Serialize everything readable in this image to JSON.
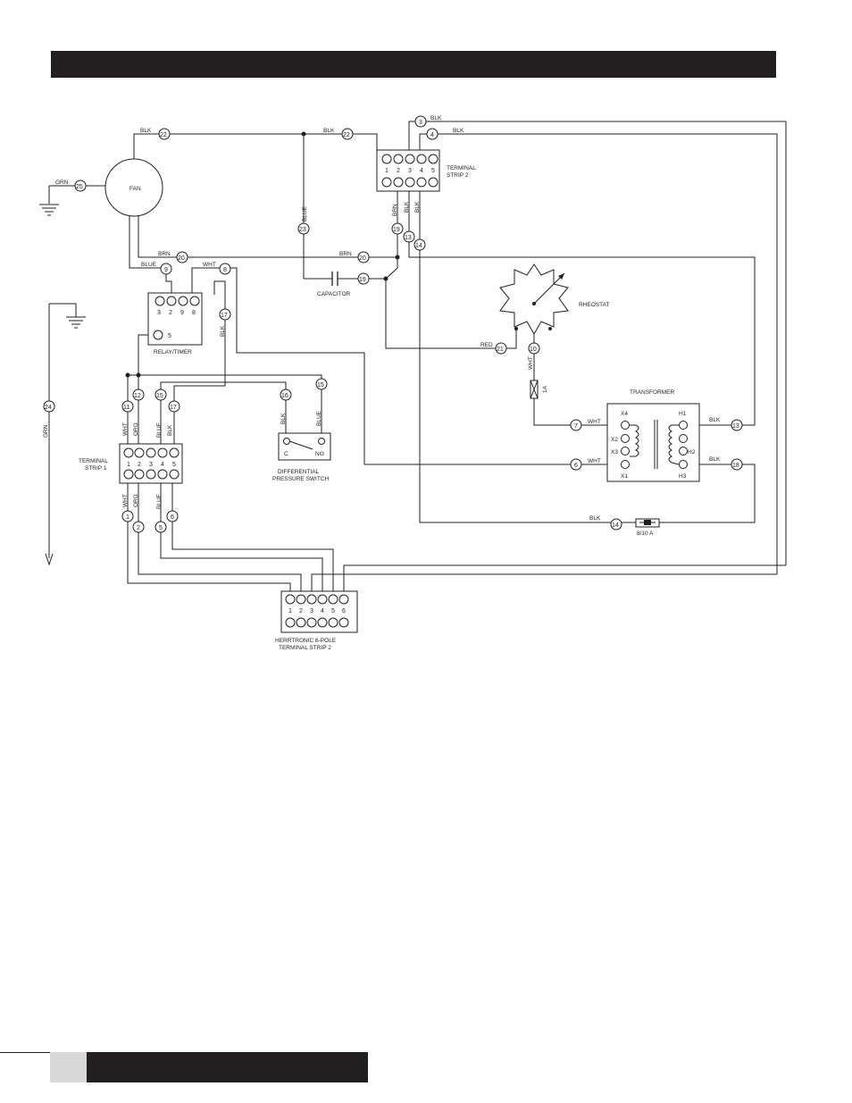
{
  "header": {
    "text": ""
  },
  "footer": {
    "page_number": ""
  },
  "components": {
    "fan": "FAN",
    "terminal_strip_2": {
      "label": "TERMINAL\nSTRIP 2",
      "line1": "TERMINAL",
      "line2": "STRIP 2",
      "terminals": [
        "1",
        "2",
        "3",
        "4",
        "5"
      ]
    },
    "terminal_strip_1": {
      "line1": "TERMINAL",
      "line2": "STRIP 1",
      "terminals": [
        "1",
        "2",
        "3",
        "4",
        "5"
      ]
    },
    "relay_timer": {
      "label": "RELAY/TIMER",
      "terminals": [
        "3",
        "2",
        "9",
        "8"
      ],
      "terminal5": "5"
    },
    "capacitor": "CAPACITOR",
    "rheostat": "RHEOSTAT",
    "transformer": {
      "label": "TRANSFORMER",
      "left": [
        "X4",
        "X2",
        "X3",
        "X1"
      ],
      "right": [
        "H1",
        "H2",
        "H3"
      ]
    },
    "diff_switch": {
      "line1": "DIFFERENTIAL",
      "line2": "PRESSURE SWITCH",
      "c": "C",
      "no": "NO"
    },
    "herrtronic": {
      "line1": "HERRTRONIC 6-POLE",
      "line2": "TERMINAL STRIP 2",
      "terminals": [
        "1",
        "2",
        "3",
        "4",
        "5",
        "6"
      ]
    },
    "fuse_1a": "1A",
    "fuse_810": "8/10 A"
  },
  "wire_colors": {
    "blk": "BLK",
    "grn": "GRN",
    "brn": "BRN",
    "blue": "BLUE",
    "wht": "WHT",
    "red": "RED",
    "org": "ORG"
  },
  "wire_numbers": [
    "1",
    "2",
    "3",
    "4",
    "5",
    "6",
    "7",
    "8",
    "9",
    "10",
    "11",
    "12",
    "13",
    "14",
    "15",
    "16",
    "17",
    "18",
    "19",
    "20",
    "21",
    "22",
    "23",
    "24",
    "25"
  ]
}
